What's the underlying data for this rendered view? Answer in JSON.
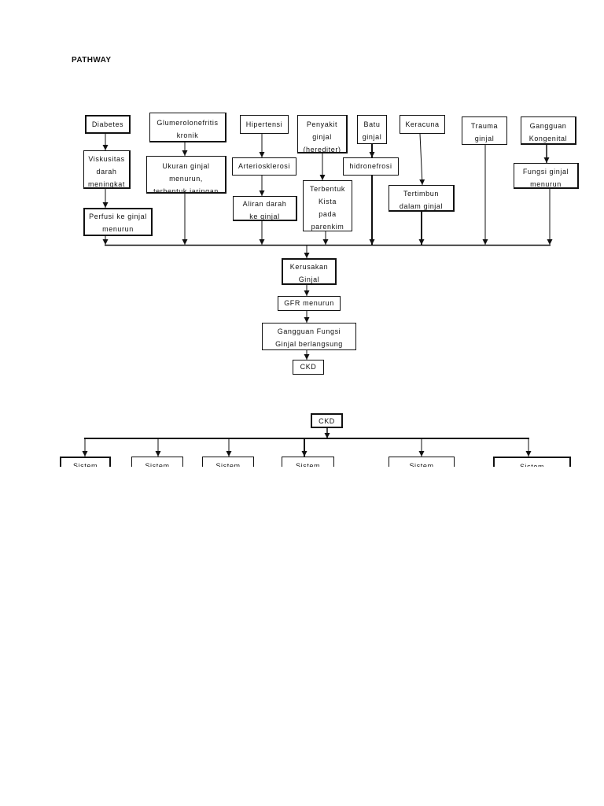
{
  "page": {
    "heading": "PATHWAY"
  },
  "pathway": {
    "diabetes": [
      "Diabetes"
    ],
    "glumerolonefritis": [
      "Glumerolonefritis",
      "kronik"
    ],
    "hipertensi": [
      "Hipertensi"
    ],
    "penyakit_ginjal": [
      "Penyakit",
      "ginjal",
      "(herediter)"
    ],
    "batu_ginjal": [
      "Batu",
      "ginjal"
    ],
    "keracuna": [
      "Keracuna"
    ],
    "trauma_ginjal": [
      "Trauma",
      "ginjal"
    ],
    "gangguan_kongenital": [
      "Gangguan",
      "Kongenital"
    ],
    "viskusitas": [
      "Viskusitas",
      "darah",
      "meningkat"
    ],
    "ukuran_ginjal": [
      "Ukuran ginjal",
      "menurun,",
      "terbentuk jaringan"
    ],
    "arteriosklerosi": [
      "Arteriosklerosi"
    ],
    "hidronefrosi": [
      "hidronefrosi"
    ],
    "fungsi_ginjal": [
      "Fungsi ginjal",
      "menurun"
    ],
    "perfusi": [
      "Perfusi ke ginjal",
      "menurun"
    ],
    "aliran_darah": [
      "Aliran darah",
      "ke ginjal"
    ],
    "kista": [
      "Terbentuk",
      "Kista",
      "pada",
      "parenkim"
    ],
    "tertimbun": [
      "Tertimbun",
      "dalam ginjal"
    ],
    "kerusakan_ginjal": [
      "Kerusakan",
      "Ginjal"
    ],
    "gfr": [
      "GFR menurun"
    ],
    "gangguan_fungsi": [
      "Gangguan Fungsi",
      "Ginjal berlangsung"
    ],
    "ckd": [
      "CKD"
    ]
  },
  "ckd_branches": {
    "ckd": [
      "CKD"
    ],
    "systems": [
      "Sistem",
      "Sistem",
      "Sistem",
      "Sistem",
      "Sistem",
      "Sistem"
    ]
  }
}
